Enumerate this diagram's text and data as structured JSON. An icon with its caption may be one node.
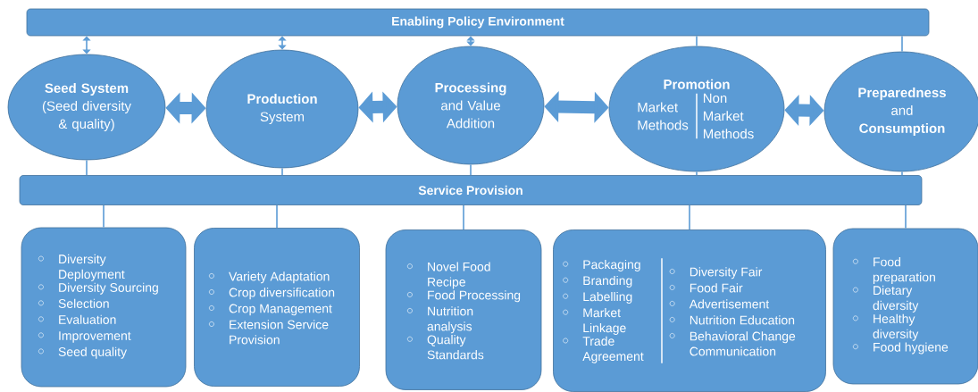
{
  "diagram": {
    "nodes": [
      {
        "text": [
          "Enabling Policy Environment"
        ]
      },
      {
        "text": [
          "Seed System",
          "(Seed diversity & quality)"
        ]
      },
      {
        "text": [
          "Production",
          "System"
        ]
      },
      {
        "text": [
          "Processing",
          "and Value Addition"
        ]
      },
      {
        "text": [
          "Promotion",
          "Market Methods",
          "Non Market Methods"
        ]
      },
      {
        "text": [
          "**Preparedness** and **Consumption**"
        ]
      },
      {
        "text": [
          "Service Provision"
        ]
      },
      {
        "text": [
          "Diversity Deployment",
          "Diversity Sourcing",
          "Selection",
          "Evaluation",
          "Improvement",
          "Seed quality"
        ]
      },
      {
        "text": [
          "Variety Adaptation",
          "Crop diversification",
          "Crop Management",
          "Extension Service Provision"
        ]
      },
      {
        "text": [
          "Novel Food Recipe",
          "Food Processing",
          "Nutrition analysis",
          "Quality Standards"
        ]
      },
      {
        "text": [
          "Packaging",
          "Branding",
          "Labelling",
          "Market Linkage",
          "Trade Agreement",
          "Diversity Fair",
          "Food Fair",
          "Advertisement",
          "Nutrition Education",
          "Behavioral Change Communication"
        ]
      },
      {
        "text": [
          "Food preparation",
          "Dietary diversity",
          "Healthy diversity",
          "Food hygiene"
        ]
      }
    ],
    "edges": [
      {
        "from": 0,
        "to": 1,
        "arrow": "both"
      },
      {
        "from": 0,
        "to": 2,
        "arrow": "both"
      },
      {
        "from": 0,
        "to": 3,
        "arrow": "both"
      },
      {
        "from": 0,
        "to": 4,
        "arrow": "none"
      },
      {
        "from": 0,
        "to": 5,
        "arrow": "none"
      },
      {
        "from": 1,
        "to": 2,
        "arrow": "both",
        "style": "thick"
      },
      {
        "from": 2,
        "to": 3,
        "arrow": "both",
        "style": "thick"
      },
      {
        "from": 3,
        "to": 4,
        "arrow": "both",
        "style": "thick"
      },
      {
        "from": 4,
        "to": 5,
        "arrow": "both",
        "style": "thick"
      },
      {
        "from": 1,
        "to": 6,
        "arrow": "none"
      },
      {
        "from": 2,
        "to": 6,
        "arrow": "none"
      },
      {
        "from": 3,
        "to": 6,
        "arrow": "none"
      },
      {
        "from": 4,
        "to": 6,
        "arrow": "none"
      },
      {
        "from": 5,
        "to": 6,
        "arrow": "none"
      },
      {
        "from": 6,
        "to": 7,
        "arrow": "none"
      },
      {
        "from": 6,
        "to": 8,
        "arrow": "none"
      },
      {
        "from": 6,
        "to": 9,
        "arrow": "none"
      },
      {
        "from": 6,
        "to": 10,
        "arrow": "none"
      },
      {
        "from": 6,
        "to": 11,
        "arrow": "none"
      }
    ]
  }
}
